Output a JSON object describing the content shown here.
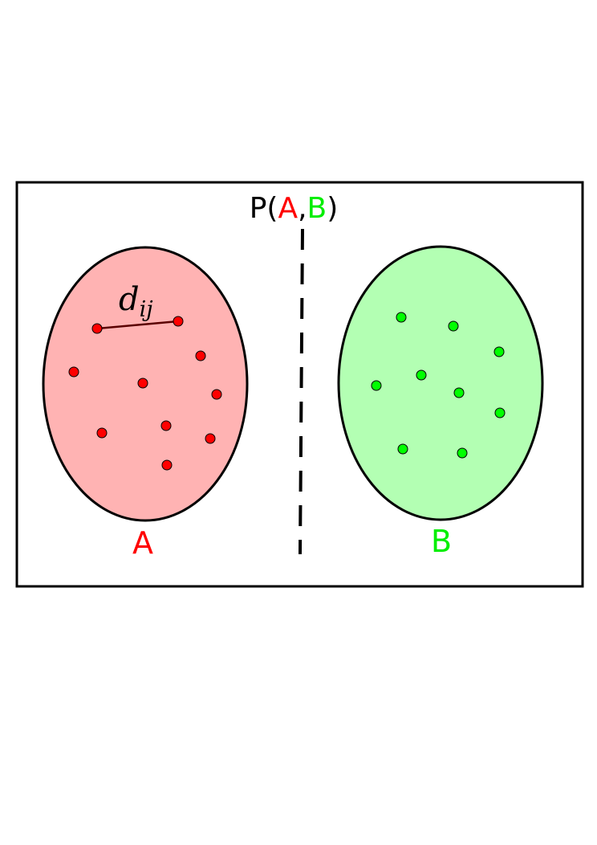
{
  "title": {
    "prefix": "P(",
    "a": "A",
    "separator": ",",
    "b": "B",
    "suffix": ")"
  },
  "distance_label": {
    "symbol": "d",
    "subscript": "ij"
  },
  "sets": [
    {
      "name": "A",
      "fill": "#ffb3b3",
      "point_color": "#ff0000",
      "label_color": "#ff0000"
    },
    {
      "name": "B",
      "fill": "#b3ffb3",
      "point_color": "#00ff00",
      "label_color": "#00ee00"
    }
  ],
  "colors": {
    "outline": "#000000",
    "distance_line": "#5a0000"
  }
}
